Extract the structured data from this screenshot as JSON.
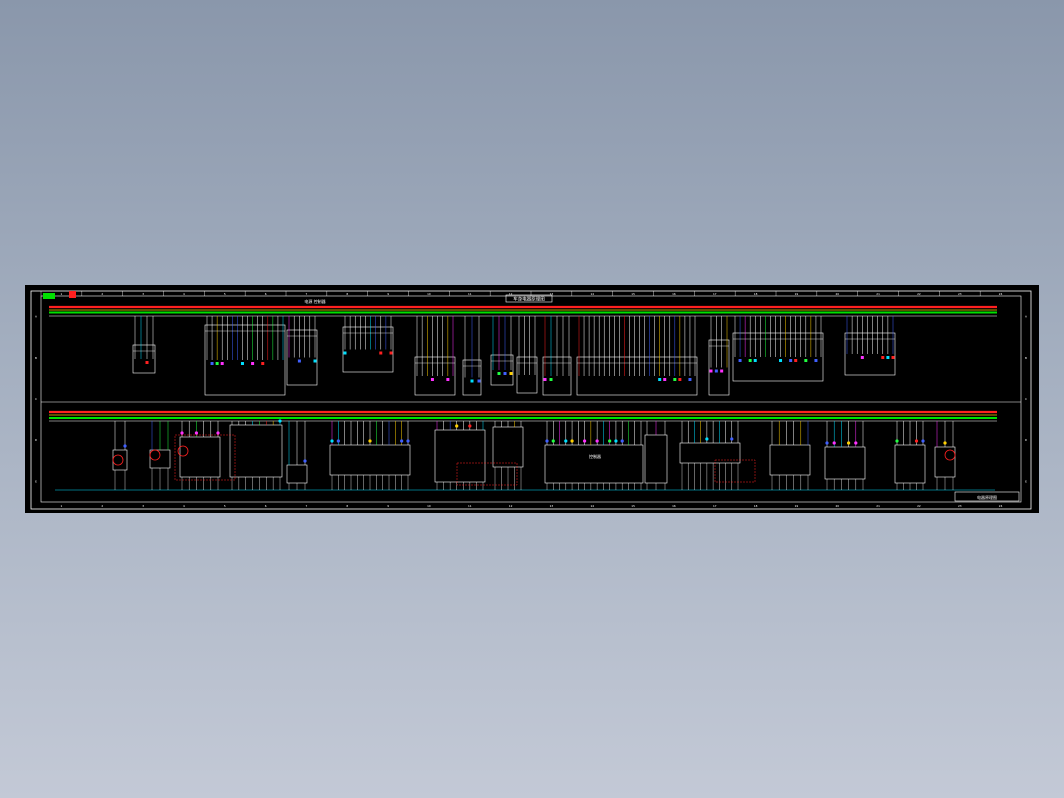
{
  "canvas": {
    "background_top": "#8a97ab",
    "background_bottom": "#c3c9d6",
    "sheet_background": "#000000"
  },
  "drawing": {
    "title_block_caption": "车身电器原理图",
    "upper_label": "电源 控制器",
    "bottom_label": "控制器",
    "right_caption": "电器原理图",
    "zone_numbers": [
      "1",
      "2",
      "3",
      "4",
      "5",
      "6",
      "7",
      "8",
      "9",
      "10",
      "11",
      "12",
      "13",
      "14",
      "15",
      "16",
      "17",
      "18",
      "19",
      "20",
      "21",
      "22",
      "23",
      "24"
    ],
    "row_letters": [
      "A",
      "B",
      "C",
      "D",
      "E"
    ]
  },
  "colors": {
    "bus_red": "#ff2020",
    "bus_green": "#00e000",
    "bus_yellow": "#ffd000",
    "line_white": "#ffffff",
    "accent_magenta": "#ff30ff",
    "accent_cyan": "#00e0ff",
    "accent_blue": "#4060ff",
    "accent_green": "#20ff40"
  }
}
